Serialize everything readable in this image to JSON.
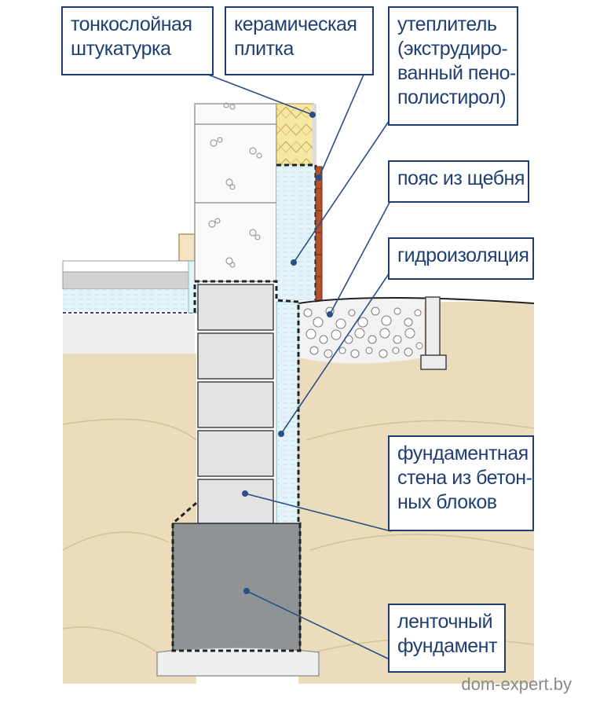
{
  "labels": {
    "plaster": [
      "тонкослойная",
      "штукатурка"
    ],
    "tile": [
      "керамическая",
      "плитка"
    ],
    "insulation": [
      "утеплитель",
      "(экструдиро-",
      "ванный пено-",
      "полистирол)"
    ],
    "gravel": [
      "пояс из щебня"
    ],
    "waterproofing": [
      "гидроизоляция"
    ],
    "wall": [
      "фундаментная",
      "стена из бетон-",
      "ных блоков"
    ],
    "footing": [
      "ленточный",
      "фундамент"
    ]
  },
  "watermark": "dom-expert.by",
  "colors": {
    "label_border": "#1f3f73",
    "leader_line": "#2a4f86",
    "soil": "#ebdcbc",
    "concrete_block": "#e3e3e3",
    "footing": "#8e9396",
    "insulation": "#e4f3f8",
    "brick": "#b3532e",
    "gravel": "#f2f2f2"
  }
}
